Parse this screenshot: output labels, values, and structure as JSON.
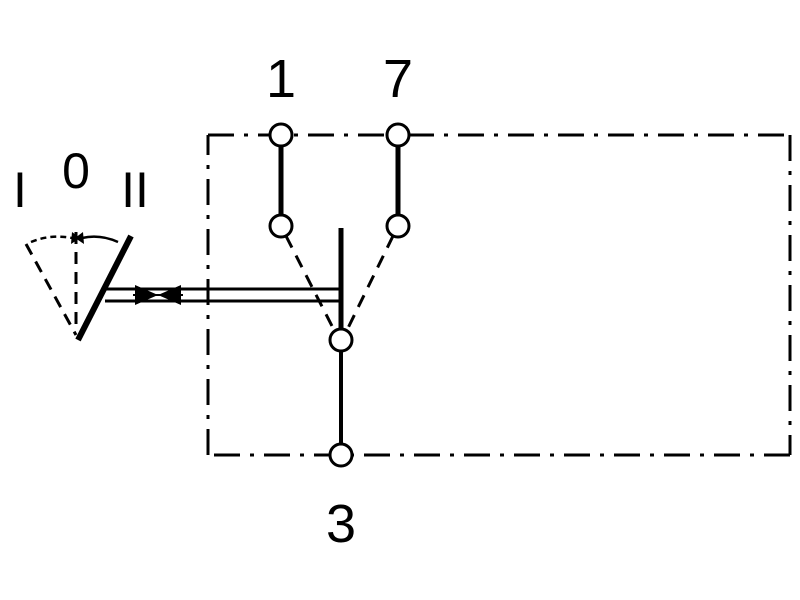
{
  "switch_positions": {
    "left": "I",
    "center": "0",
    "right": "II"
  },
  "terminals": [
    {
      "id": "1",
      "label": "1"
    },
    {
      "id": "7",
      "label": "7"
    },
    {
      "id": "3",
      "label": "3"
    }
  ],
  "colors": {
    "line": "#000000",
    "background": "#ffffff"
  }
}
